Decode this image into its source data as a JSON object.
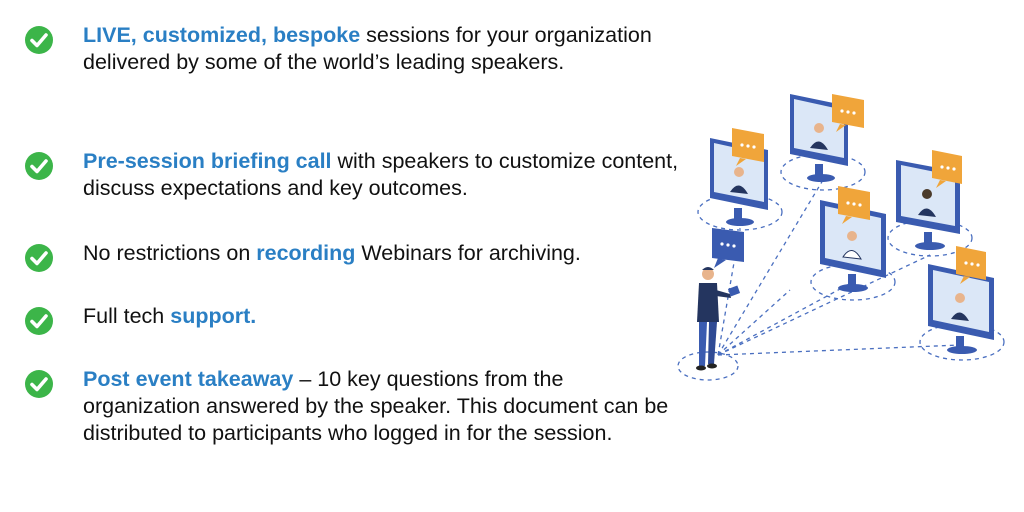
{
  "colors": {
    "check": "#3cb549",
    "highlight": "#2a7fc4",
    "monitor": "#3a5bb0",
    "screen": "#dbe7f7",
    "bubble": "#f0a53a",
    "dashed": "#4a6fc0"
  },
  "bullets": [
    {
      "highlight": "LIVE, customized, bespoke",
      "text": " sessions for your organization delivered by some of the world’s leading speakers."
    },
    {
      "highlight": "Pre-session briefing call",
      "text": " with speakers to customize content, discuss expectations and key outcomes."
    },
    {
      "pre": "No restrictions on ",
      "highlight": "recording",
      "text": " Webinars for archiving."
    },
    {
      "pre": "Full tech ",
      "highlight": "support."
    },
    {
      "highlight": "Post event takeaway",
      "text": " – 10 key questions from the organization answered by the speaker. This document can be distributed to participants who logged in for the session."
    }
  ],
  "illustration": {
    "icon": "webinar-network-illustration",
    "check_icon": "check-circle-icon"
  }
}
